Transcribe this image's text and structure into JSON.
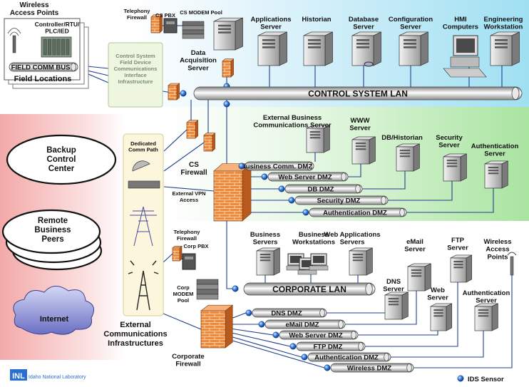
{
  "field": {
    "wireless_access_points": "Wireless\nAccess Points",
    "controller": "Controller/RTU/\nPLC/IED",
    "field_comm_bus": "FIELD COMM BUS",
    "field_locations": "Field Locations"
  },
  "infrastructure": {
    "interface_text": "Control System\nField Device\nCommunications\nInterface\nInfrastructure",
    "dedicated_comm_path": "Dedicated\nComm Path",
    "external_comm": "External\nCommunications\nInfrastructures"
  },
  "control": {
    "telephony_firewall": "Telephony\nFirewall",
    "cs_pbx": "CS PBX",
    "cs_modem_pool": "CS MODEM Pool",
    "data_acquisition_server": "Data\nAcquisition\nServer",
    "servers": [
      {
        "label": "Applications\nServer"
      },
      {
        "label": "Historian"
      },
      {
        "label": "Database\nServer"
      },
      {
        "label": "Configuration\nServer"
      },
      {
        "label": "HMI\nComputers"
      },
      {
        "label": "Engineering\nWorkstation"
      }
    ],
    "lan": "CONTROL SYSTEM LAN"
  },
  "dmz": {
    "servers": [
      {
        "label": "External Business\nCommunications Server"
      },
      {
        "label": "WWW\nServer"
      },
      {
        "label": "DB/Historian"
      },
      {
        "label": "Security\nServer"
      },
      {
        "label": "Authentication\nServer"
      }
    ],
    "cs_firewall": "CS\nFirewall",
    "external_vpn": "External VPN\nAccess",
    "pipes": [
      {
        "label": "Business Comm. DMZ"
      },
      {
        "label": "Web Server DMZ"
      },
      {
        "label": "DB DMZ"
      },
      {
        "label": "Security DMZ"
      },
      {
        "label": "Authentication DMZ"
      }
    ]
  },
  "remote": {
    "backup_control_center": "Backup\nControl\nCenter",
    "remote_business_peers": "Remote\nBusiness\nPeers",
    "internet": "Internet"
  },
  "corporate": {
    "telephony_firewall": "Telephony\nFirewall",
    "corp_pbx": "Corp PBX",
    "corp_modem_pool": "Corp\nMODEM\nPool",
    "servers": [
      {
        "label": "Business\nServers"
      },
      {
        "label": "Business\nWorkstations"
      },
      {
        "label": "Web Applications\nServers"
      },
      {
        "label": "eMail\nServer"
      },
      {
        "label": "FTP\nServer"
      },
      {
        "label": "Wireless\nAccess\nPoints"
      },
      {
        "label": "DNS\nServer"
      },
      {
        "label": "Web\nServer"
      },
      {
        "label": "Authentication\nServer"
      }
    ],
    "lan": "CORPORATE LAN",
    "firewall": "Corporate\nFirewall",
    "pipes": [
      {
        "label": "DNS DMZ"
      },
      {
        "label": "eMail DMZ"
      },
      {
        "label": "Web Server DMZ"
      },
      {
        "label": "FTP DMZ"
      },
      {
        "label": "Authentication DMZ"
      },
      {
        "label": "Wireless DMZ"
      }
    ]
  },
  "legend": {
    "ids_sensor": "IDS Sensor"
  },
  "logo": {
    "text": "INL Idaho National Laboratory"
  }
}
